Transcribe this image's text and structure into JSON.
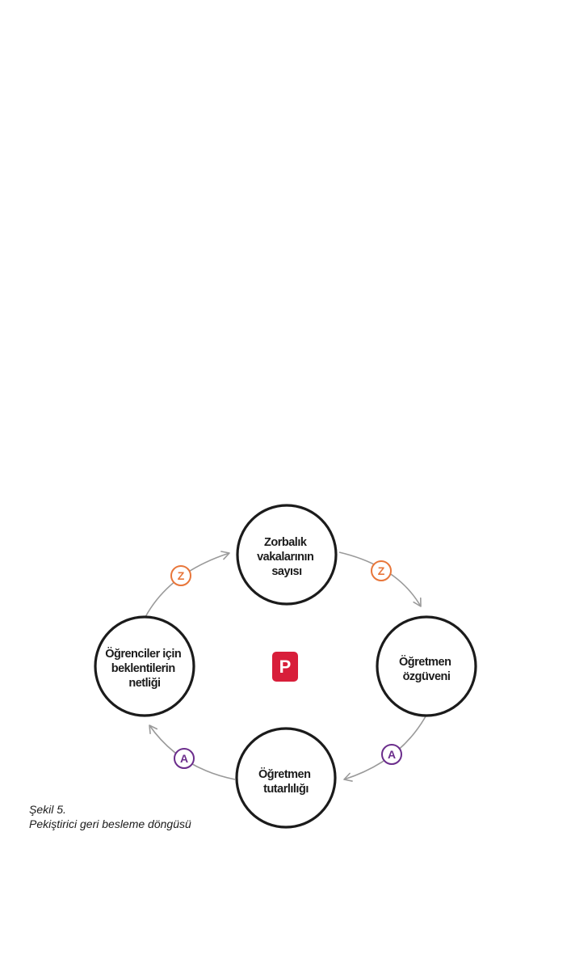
{
  "diagram": {
    "nodes": [
      {
        "id": "top",
        "lines": [
          "Zorbalık",
          "vakalarının",
          "sayısı"
        ]
      },
      {
        "id": "right",
        "lines": [
          "Öğretmen",
          "özgüveni"
        ]
      },
      {
        "id": "bottom",
        "lines": [
          "Öğretmen",
          "tutarlılığı"
        ]
      },
      {
        "id": "left",
        "lines": [
          "Öğrenciler için",
          "beklentilerin",
          "netliği"
        ]
      }
    ],
    "badges": {
      "top_left": "Z",
      "top_right": "Z",
      "bottom_right": "A",
      "bottom_left": "A"
    },
    "center_label": "P",
    "colors": {
      "z_badge": "#e8763a",
      "a_badge": "#6b2d8c",
      "center": "#d81e3a",
      "node_stroke": "#1b1b1b",
      "arrow": "#9a9a9a"
    }
  },
  "caption": {
    "title": "Şekil 5.",
    "subtitle": "Pekiştirici geri besleme döngüsü"
  }
}
